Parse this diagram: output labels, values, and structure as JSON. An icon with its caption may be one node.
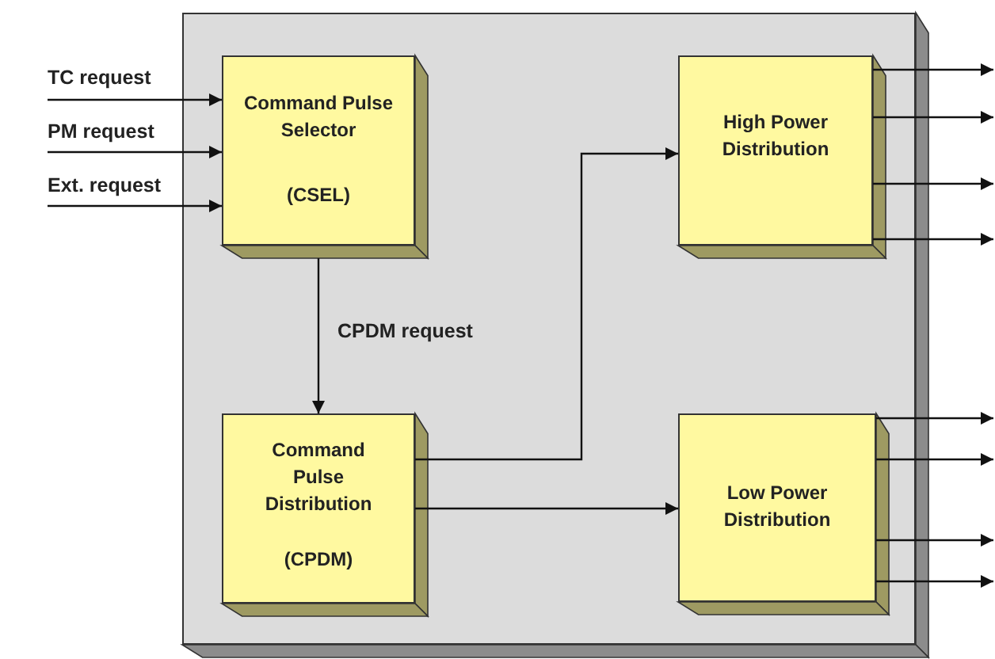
{
  "diagram": {
    "nodes": [
      {
        "text": [],
        "shape": "box"
      },
      {
        "text": [
          "Command Pulse Selector",
          "(CSEL)"
        ],
        "in": 0
      },
      {
        "text": [
          "High Power Distribution"
        ],
        "in": 0
      },
      {
        "text": [
          "Command Pulse Distribution",
          "(CPDM)"
        ],
        "in": 0
      },
      {
        "text": [
          "Low Power Distribution"
        ],
        "in": 0
      }
    ],
    "edges": [
      {
        "from": null,
        "to": 1,
        "arrow": "to",
        "label": "TC request"
      },
      {
        "from": null,
        "to": 1,
        "arrow": "to",
        "label": "PM request"
      },
      {
        "from": null,
        "to": 1,
        "arrow": "to",
        "label": "Ext. request"
      },
      {
        "from": 1,
        "to": 3,
        "arrow": "to",
        "label": "CPDM request"
      },
      {
        "from": 3,
        "to": 2,
        "arrow": "to"
      },
      {
        "from": 3,
        "to": 4,
        "arrow": "to"
      },
      {
        "from": 2,
        "to": null,
        "arrow": "to"
      },
      {
        "from": 2,
        "to": null,
        "arrow": "to"
      },
      {
        "from": 2,
        "to": null,
        "arrow": "to"
      },
      {
        "from": 2,
        "to": null,
        "arrow": "to"
      },
      {
        "from": 4,
        "to": null,
        "arrow": "to"
      },
      {
        "from": 4,
        "to": null,
        "arrow": "to"
      },
      {
        "from": 4,
        "to": null,
        "arrow": "to"
      },
      {
        "from": 4,
        "to": null,
        "arrow": "to"
      }
    ]
  }
}
